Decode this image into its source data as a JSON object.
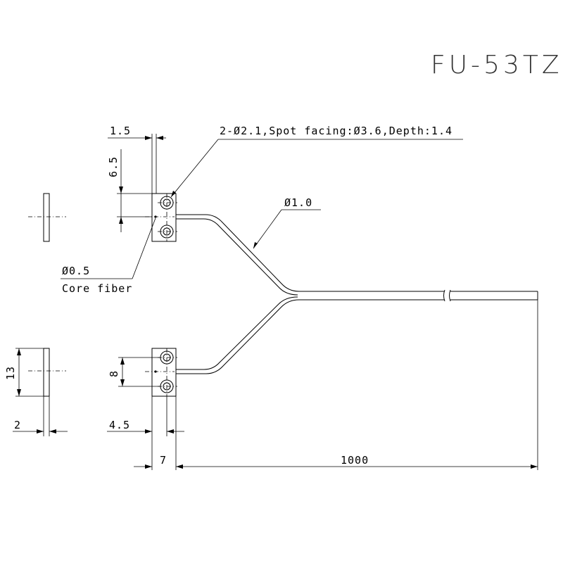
{
  "title": "FU-53TZ",
  "labels": {
    "hole_spec": "2-Ø2.1,Spot facing:Ø3.6,Depth:1.4",
    "cable_dia": "Ø1.0",
    "core_dia": "Ø0.5",
    "core_text": "Core fiber"
  },
  "dimensions": {
    "top_width": "1.5",
    "top_pitch": "6.5",
    "bottom_height": "13",
    "bottom_thickness": "2",
    "bottom_pitch": "8",
    "bottom_offset": "4.5",
    "head_width": "7",
    "cable_length": "1000"
  }
}
